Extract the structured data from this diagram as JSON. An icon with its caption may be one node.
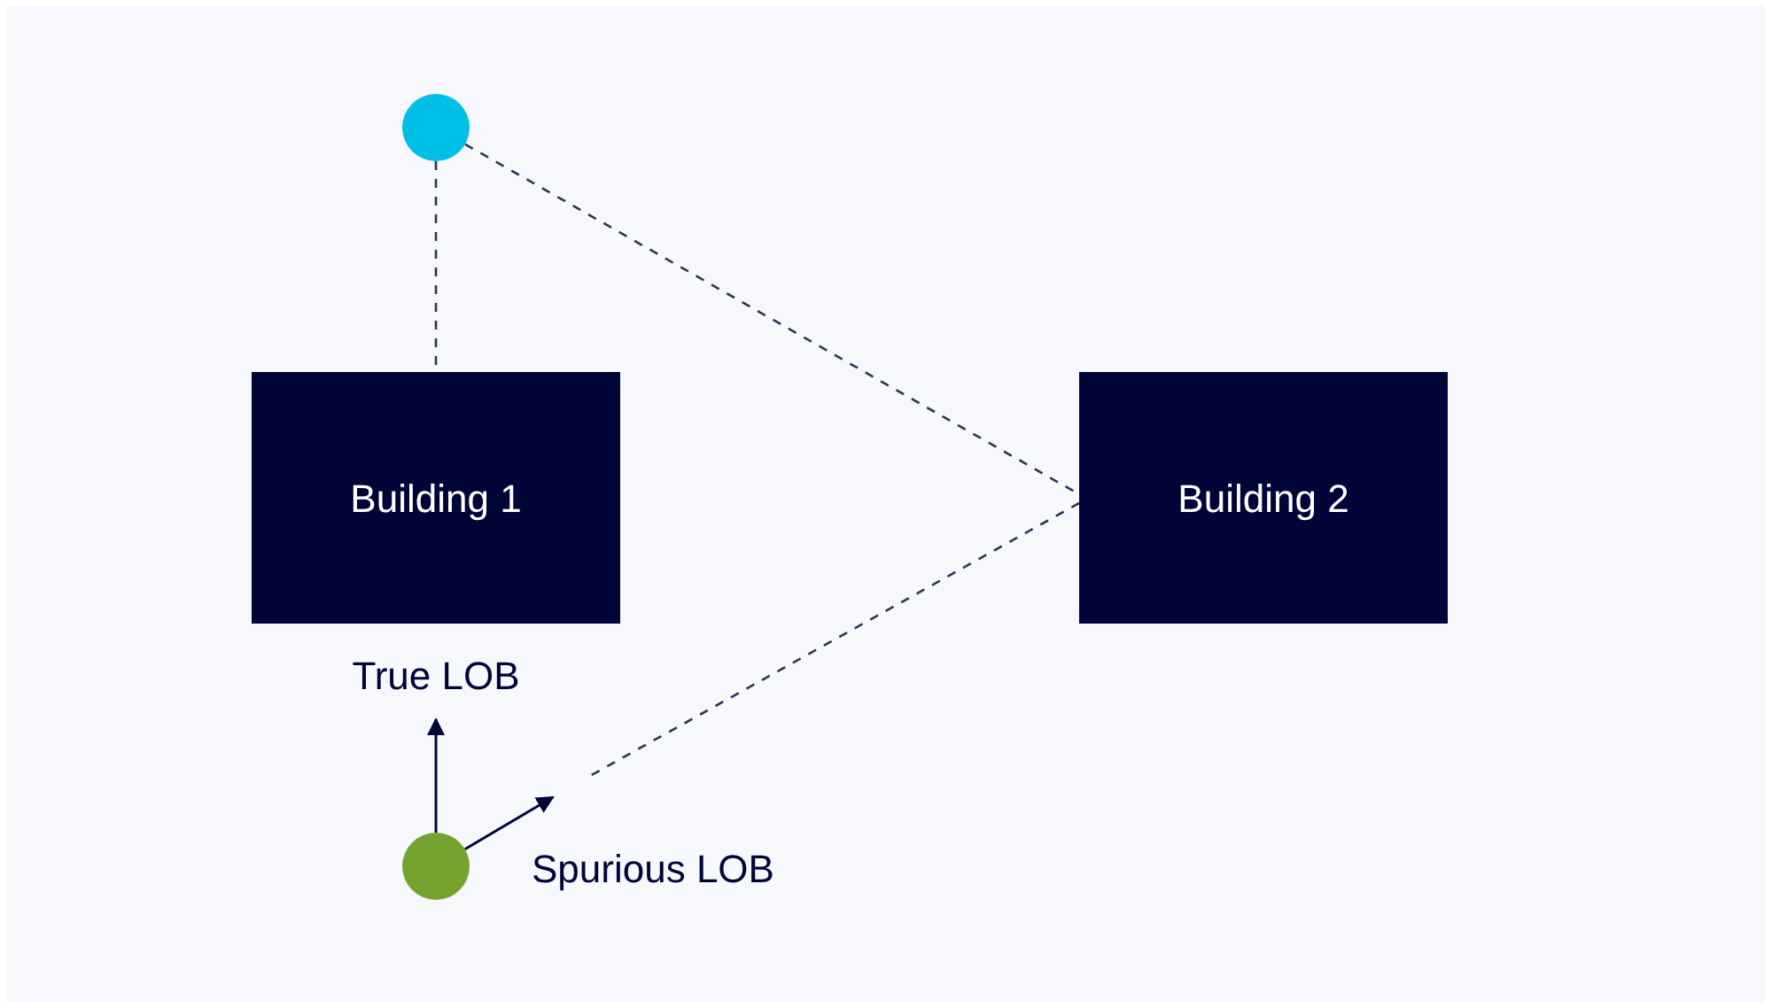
{
  "diagram": {
    "nodes": [
      {
        "text": [],
        "shape": "circle"
      },
      {
        "text": [
          "Building 1"
        ]
      },
      {
        "text": [
          "Building 2"
        ]
      },
      {
        "text": [],
        "shape": "circle"
      },
      {
        "text": [
          "True LOB"
        ]
      }
    ],
    "edges": [
      {
        "from": 0,
        "to": 1,
        "arrow": "none",
        "style": "dashed"
      },
      {
        "from": 0,
        "to": 2,
        "arrow": "none",
        "style": "dashed"
      },
      {
        "from": 2,
        "to": null,
        "arrow": "none",
        "style": "dashed"
      },
      {
        "from": 3,
        "to": 4,
        "arrow": "to"
      },
      {
        "from": 3,
        "to": null,
        "arrow": "to"
      }
    ],
    "labels": [
      "Spurious LOB"
    ]
  }
}
